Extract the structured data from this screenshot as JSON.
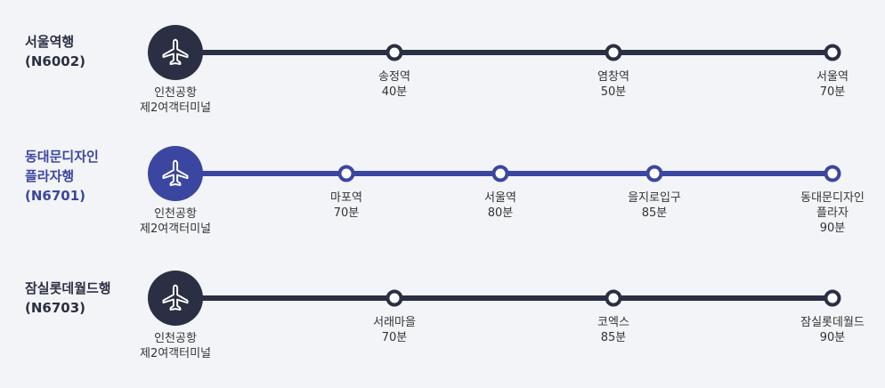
{
  "colors": {
    "dark": "#2b2f43",
    "blue": "#3b46a0",
    "text": "#333333",
    "background": "#f3f4f8"
  },
  "origin": {
    "name_line1": "인천공항",
    "name_line2": "제2여객터미널"
  },
  "routes": [
    {
      "title_lines": [
        "서울역행",
        "(N6002)"
      ],
      "color": "#2b2f43",
      "stops": [
        {
          "name": "송정역",
          "time": "40분"
        },
        {
          "name": "염창역",
          "time": "50분"
        },
        {
          "name": "서울역",
          "time": "70분"
        }
      ]
    },
    {
      "title_lines": [
        "동대문디자인",
        "플라자행",
        "(N6701)"
      ],
      "color": "#3b46a0",
      "stops": [
        {
          "name": "마포역",
          "time": "70분"
        },
        {
          "name": "서울역",
          "time": "80분"
        },
        {
          "name": "을지로입구",
          "time": "85분"
        },
        {
          "name_line1": "동대문디자인",
          "name_line2": "플라자",
          "time": "90분"
        }
      ]
    },
    {
      "title_lines": [
        "잠실롯데월드행",
        "(N6703)"
      ],
      "color": "#2b2f43",
      "stops": [
        {
          "name": "서래마을",
          "time": "70분"
        },
        {
          "name": "코엑스",
          "time": "85분"
        },
        {
          "name": "잠실롯데월드",
          "time": "90분"
        }
      ]
    }
  ]
}
